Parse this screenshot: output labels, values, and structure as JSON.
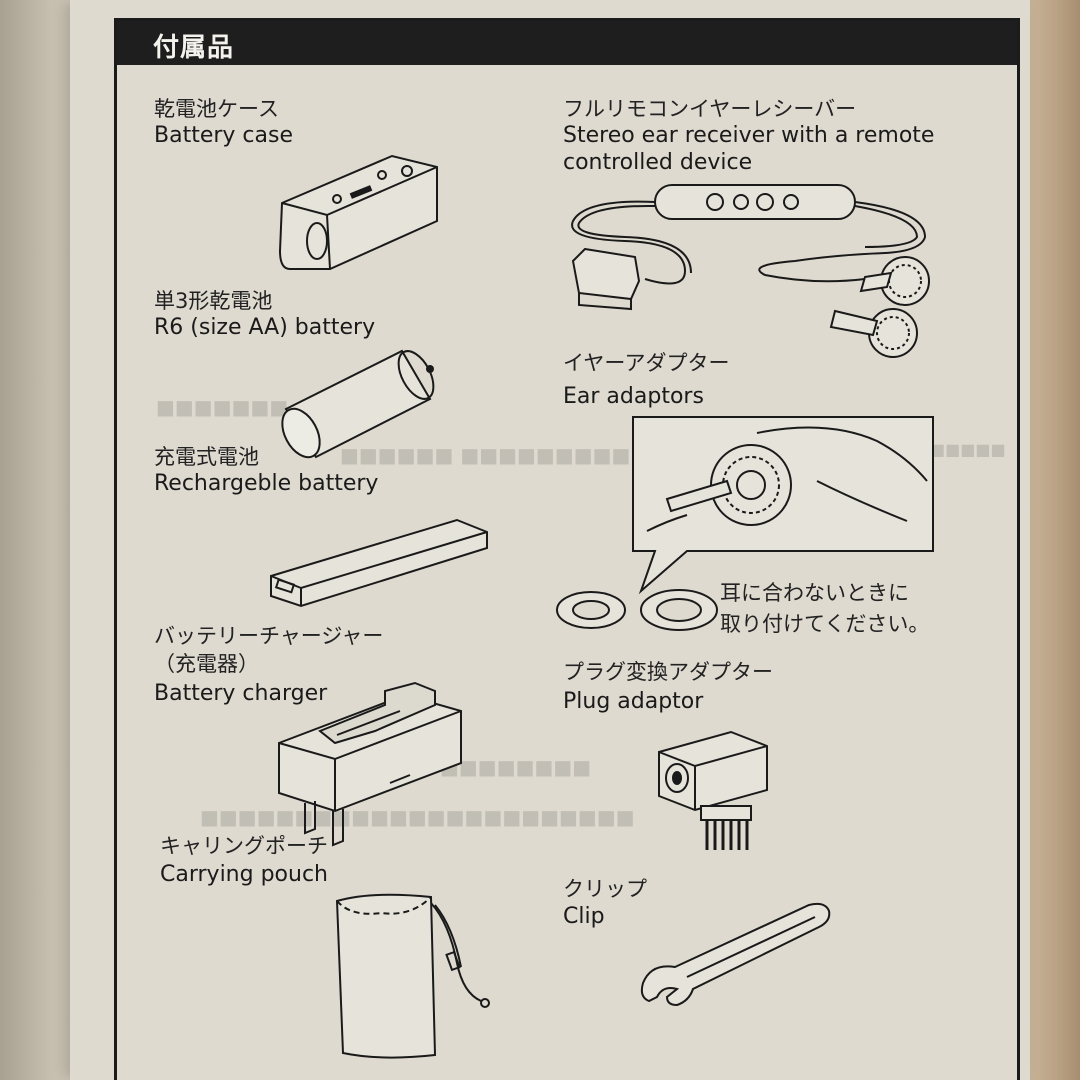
{
  "section": {
    "title": "付属品"
  },
  "items": {
    "battery_case": {
      "jp": "乾電池ケース",
      "en": "Battery case"
    },
    "aa_battery": {
      "jp": "単3形乾電池",
      "en": "R6 (size AA) battery"
    },
    "rechargeable": {
      "jp": "充電式電池",
      "en": "Rechargeble battery"
    },
    "charger": {
      "jp": "バッテリーチャージャー",
      "jp2": "（充電器）",
      "en": "Battery charger"
    },
    "pouch": {
      "jp": "キャリングポーチ",
      "en": "Carrying pouch"
    },
    "ear_receiver": {
      "jp": "フルリモコンイヤーレシーバー",
      "en": "Stereo ear receiver with a remote",
      "en2": "controlled device"
    },
    "ear_adaptors": {
      "jp": "イヤーアダプター",
      "en": "Ear adaptors",
      "note1": "耳に合わないときに",
      "note2": "取り付けてください。"
    },
    "plug_adaptor": {
      "jp": "プラグ変換アダプター",
      "en": "Plug adaptor"
    },
    "clip": {
      "jp": "クリップ",
      "en": "Clip"
    }
  },
  "colors": {
    "header_bg": "#1e1e1e",
    "header_text": "#f4f2ec",
    "paper": "#dedad0",
    "ink": "#1a1a1a"
  }
}
